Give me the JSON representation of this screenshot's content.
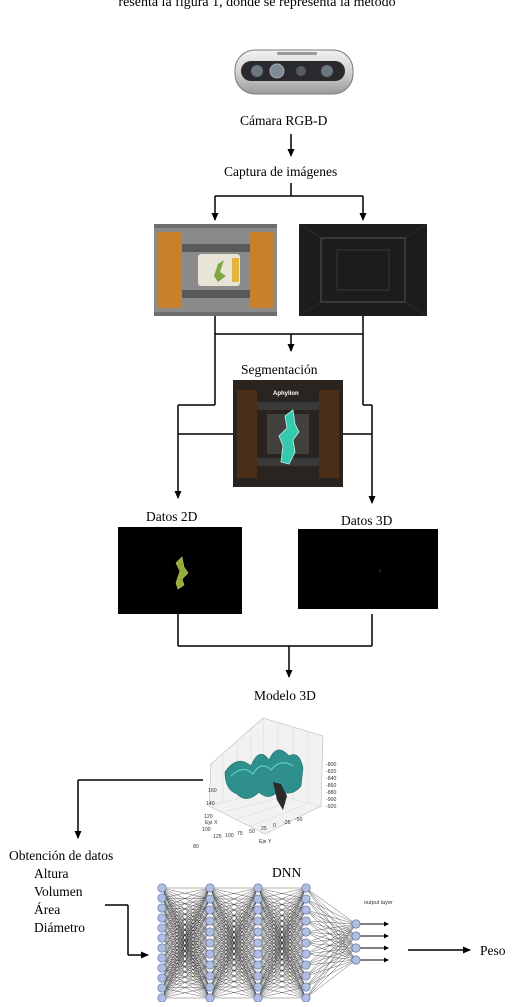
{
  "header_text": "resenta la figura 1, donde se representa la metodo",
  "labels": {
    "camera": "Cámara RGB-D",
    "capture": "Captura de imágenes",
    "segmentation": "Segmentación",
    "segmentation_overlay": "Aphylion",
    "data_2d": "Datos 2D",
    "data_3d": "Datos 3D",
    "model_3d": "Modelo 3D",
    "data_extraction": "Obtención de datos",
    "dnn": "DNN",
    "output_layer": "output layer",
    "output": "Peso"
  },
  "features": [
    "Altura",
    "Volumen",
    "Área",
    "Diámetro"
  ],
  "plot_ticks": {
    "z_axis": [
      "-800",
      "-820",
      "-840",
      "-860",
      "-880",
      "-900",
      "-920"
    ],
    "x_axis": [
      "125",
      "100",
      "75",
      "50",
      "25",
      "0",
      "-25",
      "-50"
    ],
    "y_axis": [
      "80",
      "100",
      "120",
      "140",
      "160"
    ],
    "x_label": "Eje Y",
    "y_label": "Eje X"
  },
  "network": {
    "layer_sizes": [
      12,
      11,
      11,
      11,
      4
    ],
    "output_arrows": 4
  },
  "colors": {
    "line": "#000000",
    "wood": "#c8812a",
    "dark_bg": "#1c1c1c",
    "plant_green": "#7fa840",
    "seg_teal": "#35c9b0",
    "node_fill": "#aebfe0",
    "node_stroke": "#5a6f9e",
    "surface_teal": "#2f8f8c"
  }
}
